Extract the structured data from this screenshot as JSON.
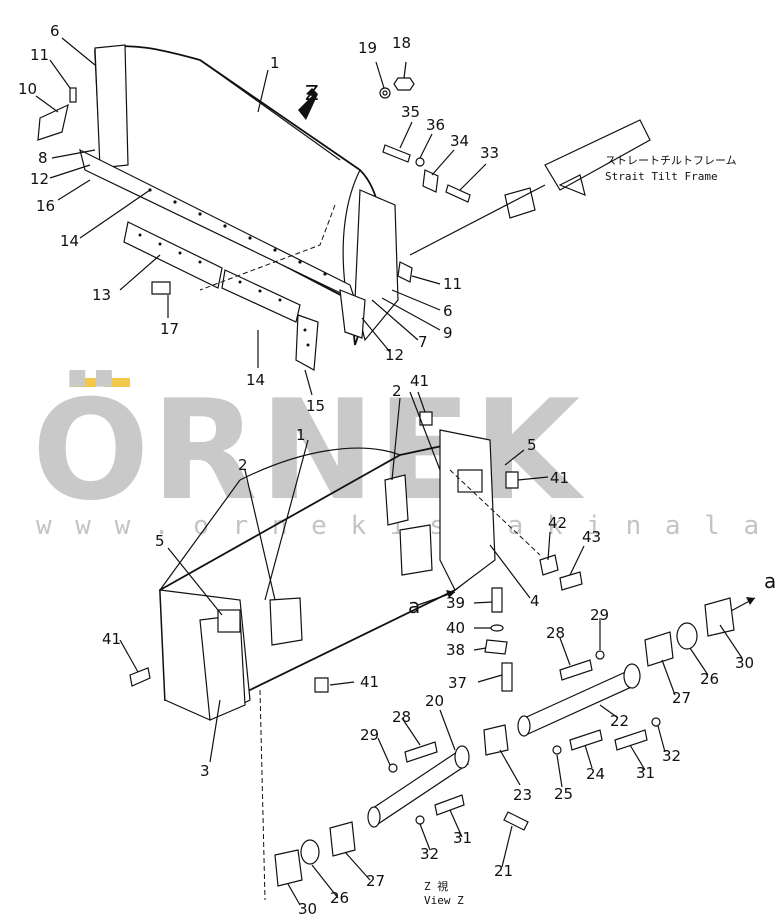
{
  "view_label": "Z",
  "frame_caption": {
    "jp": "ストレートチルトフレーム",
    "en": "Strait Tilt Frame"
  },
  "view_caption": {
    "jp": "Z 視",
    "en": "View Z"
  },
  "arrow_marks": [
    "a",
    "a"
  ],
  "watermark": {
    "brand": "ÖRNEK",
    "url": "w w w . o r n e k i s m a k i n a l a r i . c o m . t r",
    "accent_color": "#f2c94c"
  },
  "callouts": {
    "c1": "1",
    "c2": "6",
    "c3": "11",
    "c4": "10",
    "c5": "8",
    "c6": "12",
    "c7": "16",
    "c8": "14",
    "c9": "13",
    "c10": "17",
    "c11": "14",
    "c12": "15",
    "c13": "19",
    "c14": "18",
    "c15": "35",
    "c16": "36",
    "c17": "34",
    "c18": "33",
    "c19": "11",
    "c20": "6",
    "c21": "9",
    "c22": "7",
    "c23": "12",
    "c24": "2",
    "c25": "41",
    "c26": "5",
    "c27": "1",
    "c28": "2",
    "c29": "41",
    "c30": "42",
    "c31": "43",
    "c32": "5",
    "c33": "4",
    "c34": "39",
    "c35": "40",
    "c36": "38",
    "c37": "41",
    "c38": "41",
    "c39": "3",
    "c40": "37",
    "c41": "28",
    "c42": "29",
    "c43": "30",
    "c44": "26",
    "c45": "27",
    "c46": "22",
    "c47": "32",
    "c48": "20",
    "c49": "28",
    "c50": "29",
    "c51": "24",
    "c52": "31",
    "c53": "25",
    "c54": "23",
    "c55": "31",
    "c56": "32",
    "c57": "21",
    "c58": "27",
    "c59": "26",
    "c60": "30"
  }
}
